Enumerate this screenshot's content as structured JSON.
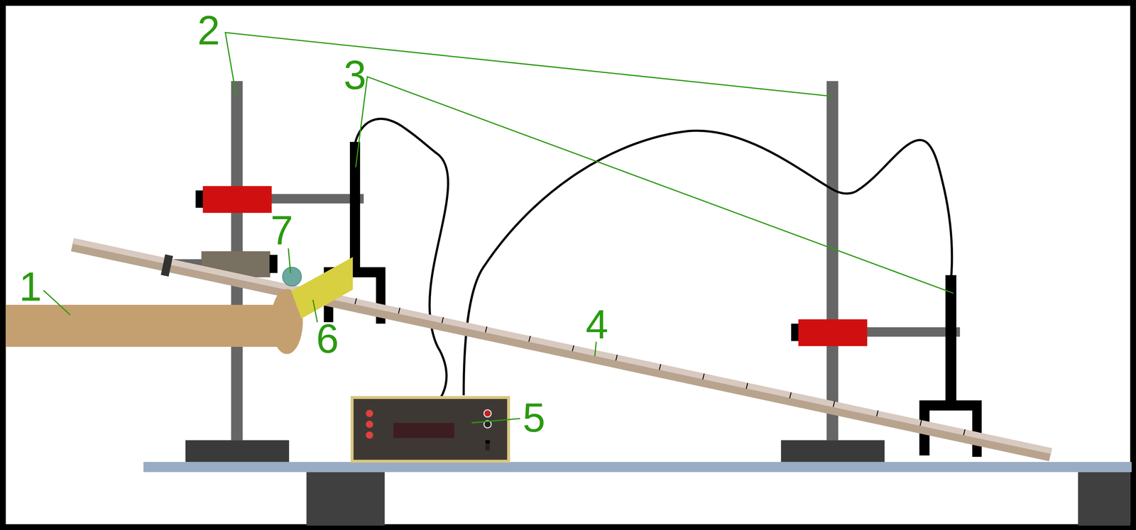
{
  "diagram": {
    "labels": [
      "2",
      "3",
      "1",
      "7",
      "6",
      "4",
      "5"
    ]
  }
}
